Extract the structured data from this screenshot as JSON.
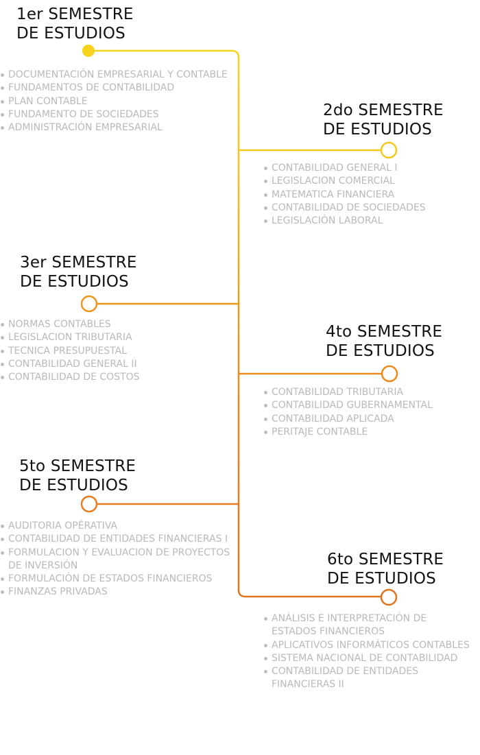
{
  "colors": {
    "yellow": "#f7d21e",
    "amber": "#f0a21a",
    "orange": "#e8821e",
    "dark_orange": "#e2741e",
    "title_text": "#111111",
    "course_text": "#b9b9b9"
  },
  "semesters": [
    {
      "title_line1": "1er SEMESTRE",
      "title_line2": "DE ESTUDIOS",
      "marker": "filled",
      "courses": [
        "DOCUMENTACIÓN EMPRESARIAL Y CONTABLE",
        "FUNDAMENTOS DE CONTABILIDAD",
        "PLAN CONTABLE",
        "FUNDAMENTO DE SOCIEDADES",
        "ADMINISTRACIÓN EMPRESARIAL"
      ]
    },
    {
      "title_line1": "2do SEMESTRE",
      "title_line2": "DE ESTUDIOS",
      "marker": "hollow",
      "courses": [
        "CONTABILIDAD GENERAL I",
        "LEGISLACION COMERCIAL",
        "MATEMATICA FINANCIERA",
        "CONTABILIDAD DE SOCIEDADES",
        "LEGISLACIÓN LABORAL"
      ]
    },
    {
      "title_line1": "3er SEMESTRE",
      "title_line2": "DE ESTUDIOS",
      "marker": "hollow",
      "courses": [
        "NORMAS CONTABLES",
        "LEGISLACION TRIBUTARIA",
        "TECNICA PRESUPUESTAL",
        "CONTABILIDAD GENERAL II",
        "CONTABILIDAD DE COSTOS"
      ]
    },
    {
      "title_line1": "4to SEMESTRE",
      "title_line2": "DE ESTUDIOS",
      "marker": "hollow",
      "courses": [
        "CONTABILIDAD TRIBUTARIA",
        "CONTABILIDAD GUBERNAMENTAL",
        "CONTABILIDAD APLICADA",
        "PERITAJE CONTABLE"
      ]
    },
    {
      "title_line1": "5to SEMESTRE",
      "title_line2": "DE ESTUDIOS",
      "marker": "hollow",
      "courses": [
        "AUDITORIA OPÉRATIVA",
        "CONTABILIDAD DE ENTIDADES FINANCIERAS I",
        "FORMULACION Y EVALUACION DE PROYECTOS\nDE INVERSIÓN",
        "FORMULACIÓN DE ESTADOS FINANCIEROS",
        "FINANZAS PRIVADAS"
      ]
    },
    {
      "title_line1": "6to SEMESTRE",
      "title_line2": "DE ESTUDIOS",
      "marker": "hollow",
      "courses": [
        "ANÁLISIS E INTERPRETACIÓN DE\nESTADOS FINANCIEROS",
        "APLICATIVOS INFORMÁTICOS CONTABLES",
        "SISTEMA NACIONAL DE CONTABILIDAD",
        "CONTABILIDAD DE ENTIDADES\nFINANCIERAS II"
      ]
    }
  ]
}
